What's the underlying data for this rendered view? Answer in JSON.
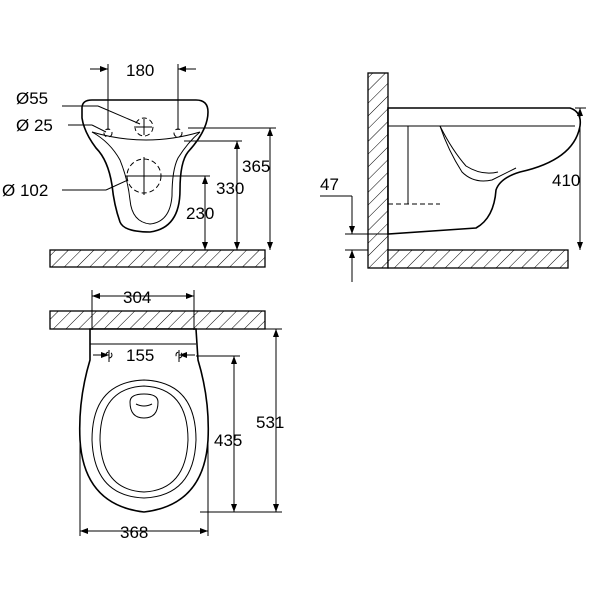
{
  "dimensions": {
    "front_top_width": "180",
    "bore_55": "Ø55",
    "bore_25": "Ø 25",
    "bore_102": "Ø 102",
    "height_365": "365",
    "height_330": "330",
    "height_230": "230",
    "side_47": "47",
    "side_410": "410",
    "plan_304": "304",
    "plan_155": "155",
    "plan_435": "435",
    "plan_531": "531",
    "plan_368": "368"
  }
}
